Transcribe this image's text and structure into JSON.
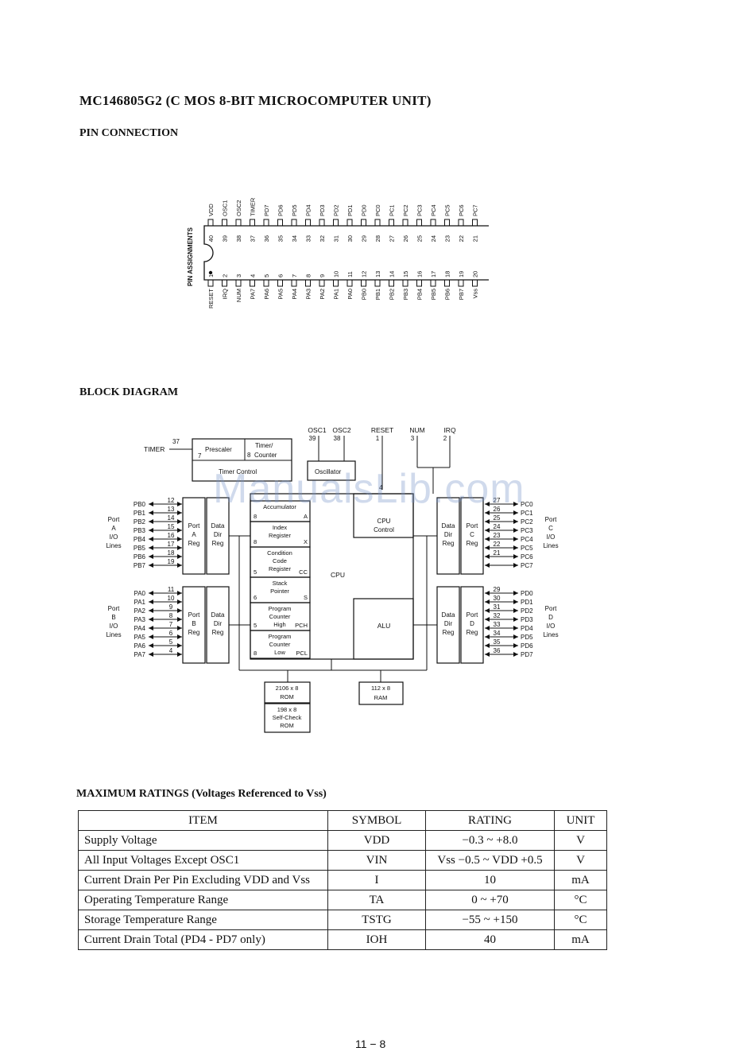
{
  "title": "MC146805G2 (C MOS 8-BIT MICROCOMPUTER UNIT)",
  "pin_section": {
    "heading": "PIN CONNECTION",
    "side_label": "PIN ASSIGNMENTS",
    "top_pins": [
      {
        "num": "40",
        "name": "VDD"
      },
      {
        "num": "39",
        "name": "OSC1"
      },
      {
        "num": "38",
        "name": "OSC2"
      },
      {
        "num": "37",
        "name": "TIMER"
      },
      {
        "num": "36",
        "name": "PD7"
      },
      {
        "num": "35",
        "name": "PD6"
      },
      {
        "num": "34",
        "name": "PD5"
      },
      {
        "num": "33",
        "name": "PD4"
      },
      {
        "num": "32",
        "name": "PD3"
      },
      {
        "num": "31",
        "name": "PD2"
      },
      {
        "num": "30",
        "name": "PD1"
      },
      {
        "num": "29",
        "name": "PD0"
      },
      {
        "num": "28",
        "name": "PC0"
      },
      {
        "num": "27",
        "name": "PC1"
      },
      {
        "num": "26",
        "name": "PC2"
      },
      {
        "num": "25",
        "name": "PC3"
      },
      {
        "num": "24",
        "name": "PC4"
      },
      {
        "num": "23",
        "name": "PC5"
      },
      {
        "num": "22",
        "name": "PC6"
      },
      {
        "num": "21",
        "name": "PC7"
      }
    ],
    "bottom_pins": [
      {
        "num": "1",
        "name": "RESET"
      },
      {
        "num": "2",
        "name": "IRQ"
      },
      {
        "num": "3",
        "name": "NUM"
      },
      {
        "num": "4",
        "name": "PA7"
      },
      {
        "num": "5",
        "name": "PA6"
      },
      {
        "num": "6",
        "name": "PA5"
      },
      {
        "num": "7",
        "name": "PA4"
      },
      {
        "num": "8",
        "name": "PA3"
      },
      {
        "num": "9",
        "name": "PA2"
      },
      {
        "num": "10",
        "name": "PA1"
      },
      {
        "num": "11",
        "name": "PA0"
      },
      {
        "num": "12",
        "name": "PB0"
      },
      {
        "num": "13",
        "name": "PB1"
      },
      {
        "num": "14",
        "name": "PB2"
      },
      {
        "num": "15",
        "name": "PB3"
      },
      {
        "num": "16",
        "name": "PB4"
      },
      {
        "num": "17",
        "name": "PB5"
      },
      {
        "num": "18",
        "name": "PB6"
      },
      {
        "num": "19",
        "name": "PB7"
      },
      {
        "num": "20",
        "name": "Vss"
      }
    ]
  },
  "block_section": {
    "heading": "BLOCK DIAGRAM",
    "top_signals": [
      {
        "name": "OSC1",
        "num": "39"
      },
      {
        "name": "OSC2",
        "num": "38"
      },
      {
        "name": "RESET",
        "num": "1"
      },
      {
        "name": "NUM",
        "num": "3"
      },
      {
        "name": "IRQ",
        "num": "2"
      }
    ],
    "timer": {
      "name": "TIMER",
      "num": "37",
      "prescaler": "Prescaler",
      "prescaler_num": "7",
      "timer_counter_1": "Timer/",
      "timer_counter_2": "Counter",
      "timer_counter_num": "8",
      "control": "Timer Control"
    },
    "oscillator": "Oscillator",
    "oscillator_num": "4",
    "port_a": {
      "label": [
        "Port",
        "A",
        "I/O",
        "Lines"
      ],
      "pins": [
        {
          "name": "PB0",
          "num": "12"
        },
        {
          "name": "PB1",
          "num": "13"
        },
        {
          "name": "PB2",
          "num": "14"
        },
        {
          "name": "PB3",
          "num": "15"
        },
        {
          "name": "PB4",
          "num": "16"
        },
        {
          "name": "PB5",
          "num": "17"
        },
        {
          "name": "PB6",
          "num": "18"
        },
        {
          "name": "PB7",
          "num": "19"
        }
      ],
      "reg": [
        "Port",
        "A",
        "Reg"
      ],
      "ddr": [
        "Data",
        "Dir",
        "Reg"
      ]
    },
    "port_b": {
      "label": [
        "Port",
        "B",
        "I/O",
        "Lines"
      ],
      "pins": [
        {
          "name": "PA0",
          "num": "11"
        },
        {
          "name": "PA1",
          "num": "10"
        },
        {
          "name": "PA2",
          "num": "9"
        },
        {
          "name": "PA3",
          "num": "8"
        },
        {
          "name": "PA4",
          "num": "7"
        },
        {
          "name": "PA5",
          "num": "6"
        },
        {
          "name": "PA6",
          "num": "5"
        },
        {
          "name": "PA7",
          "num": "4"
        }
      ],
      "reg": [
        "Port",
        "B",
        "Reg"
      ],
      "ddr": [
        "Data",
        "Dir",
        "Reg"
      ]
    },
    "port_c": {
      "label": [
        "Port",
        "C",
        "I/O",
        "Lines"
      ],
      "pins": [
        {
          "name": "PC0",
          "num": "27"
        },
        {
          "name": "PC1",
          "num": "26"
        },
        {
          "name": "PC2",
          "num": "25"
        },
        {
          "name": "PC3",
          "num": "24"
        },
        {
          "name": "PC4",
          "num": "23"
        },
        {
          "name": "PC5",
          "num": "22"
        },
        {
          "name": "PC6",
          "num": "21"
        },
        {
          "name": "PC7",
          "num": ""
        }
      ],
      "reg": [
        "Port",
        "C",
        "Reg"
      ],
      "ddr": [
        "Data",
        "Dir",
        "Reg"
      ]
    },
    "port_d": {
      "label": [
        "Port",
        "D",
        "I/O",
        "Lines"
      ],
      "pins": [
        {
          "name": "PD0",
          "num": "29"
        },
        {
          "name": "PD1",
          "num": "30"
        },
        {
          "name": "PD2",
          "num": "31"
        },
        {
          "name": "PD3",
          "num": "32"
        },
        {
          "name": "PD4",
          "num": "33"
        },
        {
          "name": "PD5",
          "num": "34"
        },
        {
          "name": "PD6",
          "num": "35"
        },
        {
          "name": "PD7",
          "num": "36"
        }
      ],
      "reg": [
        "Port",
        "D",
        "Reg"
      ],
      "ddr": [
        "Data",
        "Dir",
        "Reg"
      ]
    },
    "registers": [
      {
        "lines": [
          "Accumulator"
        ],
        "width": "8",
        "tag": "A"
      },
      {
        "lines": [
          "Index",
          "Register"
        ],
        "width": "8",
        "tag": "X"
      },
      {
        "lines": [
          "Condition",
          "Code",
          "Register"
        ],
        "width": "5",
        "tag": "CC"
      },
      {
        "lines": [
          "Stack",
          "Pointer"
        ],
        "width": "6",
        "tag": "S"
      },
      {
        "lines": [
          "Program",
          "Counter",
          "High"
        ],
        "width": "5",
        "tag": "PCH"
      },
      {
        "lines": [
          "Program",
          "Counter",
          "Low"
        ],
        "width": "8",
        "tag": "PCL"
      }
    ],
    "cpu": "CPU",
    "cpu_control": [
      "CPU",
      "Control"
    ],
    "alu": "ALU",
    "rom": [
      "2106 x 8",
      "ROM"
    ],
    "selfcheck": [
      "198 x 8",
      "Self-Check",
      "ROM"
    ],
    "ram": [
      "112 x 8",
      "RAM"
    ]
  },
  "ratings": {
    "heading": "MAXIMUM RATINGS (Voltages Referenced to Vss)",
    "columns": [
      "ITEM",
      "SYMBOL",
      "RATING",
      "UNIT"
    ],
    "rows": [
      [
        "Supply Voltage",
        "VDD",
        "−0.3 ~ +8.0",
        "V"
      ],
      [
        "All Input Voltages Except OSC1",
        "VIN",
        "Vss −0.5 ~ VDD +0.5",
        "V"
      ],
      [
        "Current Drain Per Pin Excluding VDD and Vss",
        "I",
        "10",
        "mA"
      ],
      [
        "Operating Temperature Range",
        "TA",
        "0 ~ +70",
        "°C"
      ],
      [
        "Storage Temperature Range",
        "TSTG",
        "−55 ~ +150",
        "°C"
      ],
      [
        "Current Drain Total (PD4 - PD7 only)",
        "IOH",
        "40",
        "mA"
      ]
    ]
  },
  "watermark": "ManualsLib.com",
  "page_number": "11 − 8"
}
